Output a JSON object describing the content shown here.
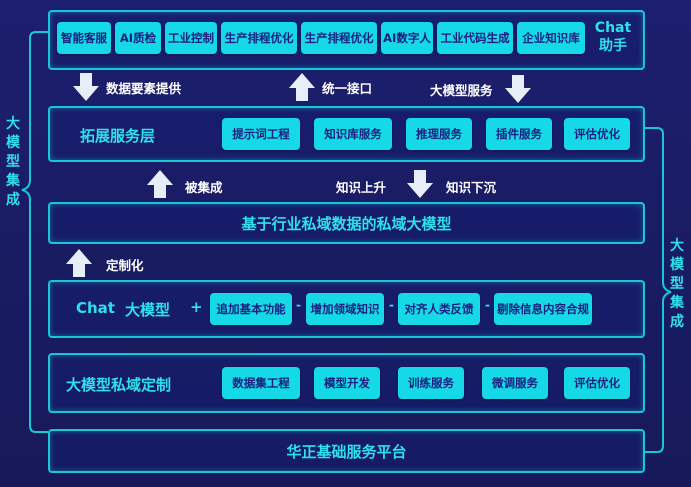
{
  "side": {
    "left_label": [
      "大",
      "模",
      "型",
      "集",
      "成"
    ],
    "right_label": [
      "大",
      "模",
      "型",
      "集",
      "成"
    ]
  },
  "top": {
    "chips": [
      "智能客服",
      "AI质检",
      "工业控制",
      "生产排程优化",
      "生产排程优化",
      "AI数字人",
      "工业代码生成",
      "企业知识库"
    ],
    "title_line1": "Chat",
    "title_line2": "助手"
  },
  "arrows_row1": {
    "down_left": "数据要素提供",
    "up_mid": "统一接口",
    "down_right": "大模型服务"
  },
  "extension": {
    "title": "拓展服务层",
    "chips": [
      "提示词工程",
      "知识库服务",
      "推理服务",
      "插件服务",
      "评估优化"
    ]
  },
  "arrows_row2": {
    "up_left": "被集成",
    "knowledge_up": "知识上升",
    "knowledge_down": "知识下沉"
  },
  "private_model": {
    "title": "基于行业私域数据的私域大模型"
  },
  "customize": {
    "label": "定制化"
  },
  "chat_model": {
    "title_a": "Chat",
    "title_b": "大模型",
    "plus": "+",
    "chips": [
      "追加基本功能",
      "增加领域知识",
      "对齐人类反馈",
      "剔除信息内容合规"
    ]
  },
  "private_custom": {
    "title": "大模型私域定制",
    "chips": [
      "数据集工程",
      "模型开发",
      "训练服务",
      "微调服务",
      "评估优化"
    ]
  },
  "platform": {
    "title": "华正基础服务平台"
  },
  "colors": {
    "accent": "#15d9e6",
    "border": "#17c7d7",
    "background": "#1c1f6e",
    "arrow_white": "#e8eef8",
    "chip_text": "#1a2080"
  }
}
